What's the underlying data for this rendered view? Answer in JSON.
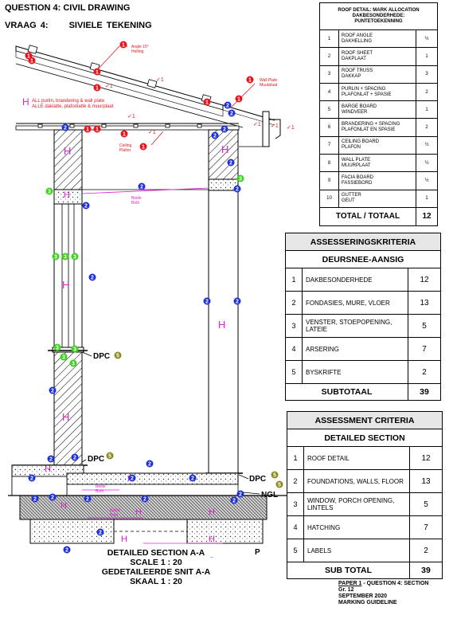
{
  "header": {
    "title_en": "QUESTION 4:  CIVIL DRAWING",
    "title_af_a": "VRAAG 4:",
    "title_af_b": "SIVIELE  TEKENING"
  },
  "roof_table": {
    "heading": [
      "ROOF DETAIL: MARK ALLOCATION",
      "DAKBESONDERHEDE:",
      "PUNTETOEKENNING"
    ],
    "rows": [
      {
        "n": "1",
        "en": "ROOF ANGLE",
        "af": "DAKHELLING",
        "mark": "½"
      },
      {
        "n": "2",
        "en": "ROOF SHEET",
        "af": "DAKPLAAT",
        "mark": "1"
      },
      {
        "n": "3",
        "en": "ROOF TRUSS",
        "af": "DAKKAP",
        "mark": "3"
      },
      {
        "n": "4",
        "en": "PURLIN + SPACING",
        "af": "PLAFONLAT + SPASIE",
        "mark": "2"
      },
      {
        "n": "5",
        "en": "BARGE BOARD",
        "af": "WINDVEER",
        "mark": "1"
      },
      {
        "n": "6",
        "en": "BRANDERING + SPACING",
        "af": "PLAFONLAT EN SPASIE",
        "mark": "2"
      },
      {
        "n": "7",
        "en": "CEILING BOARD",
        "af": "PLAFON",
        "mark": "½"
      },
      {
        "n": "8",
        "en": "WALL PLATE",
        "af": "MUURPLAAT",
        "mark": "½"
      },
      {
        "n": "9",
        "en": "FACIA BOARD",
        "af": "FASSIEBORD",
        "mark": "½"
      },
      {
        "n": "10",
        "en": "GUTTER",
        "af": "GEUT",
        "mark": "1"
      }
    ],
    "total_label": "TOTAL / TOTAAL",
    "total_value": "12"
  },
  "assess_af": {
    "title": "ASSESSERINGSKRITERIA",
    "subtitle": "DEURSNEE-AANSIG",
    "rows": [
      {
        "n": "1",
        "label": "DAKBESONDERHEDE",
        "v": "12"
      },
      {
        "n": "2",
        "label": "FONDASIES, MURE, VLOER",
        "v": "13"
      },
      {
        "n": "3",
        "label": "VENSTER, STOEPOPENING, LATEIE",
        "v": "5"
      },
      {
        "n": "4",
        "label": "ARSERING",
        "v": "7"
      },
      {
        "n": "5",
        "label": "BYSKRIFTE",
        "v": "2"
      }
    ],
    "sub_label": "SUBTOTAAL",
    "sub_value": "39"
  },
  "assess_en": {
    "title": "ASSESSMENT CRITERIA",
    "subtitle": "DETAILED SECTION",
    "rows": [
      {
        "n": "1",
        "label": "ROOF DETAIL",
        "v": "12"
      },
      {
        "n": "2",
        "label": "FOUNDATIONS, WALLS, FLOOR",
        "v": "13"
      },
      {
        "n": "3",
        "label": "WINDOW, PORCH OPENING, LINTELS",
        "v": "5"
      },
      {
        "n": "4",
        "label": "HATCHING",
        "v": "7"
      },
      {
        "n": "5",
        "label": "LABELS",
        "v": "2"
      }
    ],
    "sub_label": "SUB TOTAL",
    "sub_value": "39"
  },
  "drawing": {
    "caption_en_1": "DETAILED SECTION  A-A",
    "caption_en_2": "SCALE 1 : 20",
    "caption_af_1": "GEDETAILEERDE SNIT  A-A",
    "caption_af_2": "SKAAL 1 : 20",
    "angle_note": "Angle 15°",
    "angle_note_af": "Helling",
    "wall_plate_note": "Wall Plate",
    "wall_plate_note_af": "Muurplaat",
    "purlin_note": "ALL purlin, brandering & wall plate",
    "purlin_note_af": "ALLE dakiatte, plafonlatte & muurplaat",
    "ceiling_note": "Ceiling",
    "ceiling_note_af": "Plafon",
    "both_note": "Beide",
    "both_note_en": "Both",
    "dpc": "DPC",
    "ngl": "NGL",
    "p_label": "P",
    "h": "H",
    "tick": "✓1",
    "colors": {
      "red": "#e8141c",
      "blue": "#1d2fd6",
      "green": "#3ed11e",
      "olive": "#8a8a1e",
      "magenta": "#e020d0"
    }
  },
  "footer": {
    "line1_a": "PAPER 1",
    "line1_b": " - QUESTION 4: SECTION",
    "line2": "Gr. 12",
    "line3": "SEPTEMBER 2020",
    "line4": "MARKING GUIDELINE"
  }
}
